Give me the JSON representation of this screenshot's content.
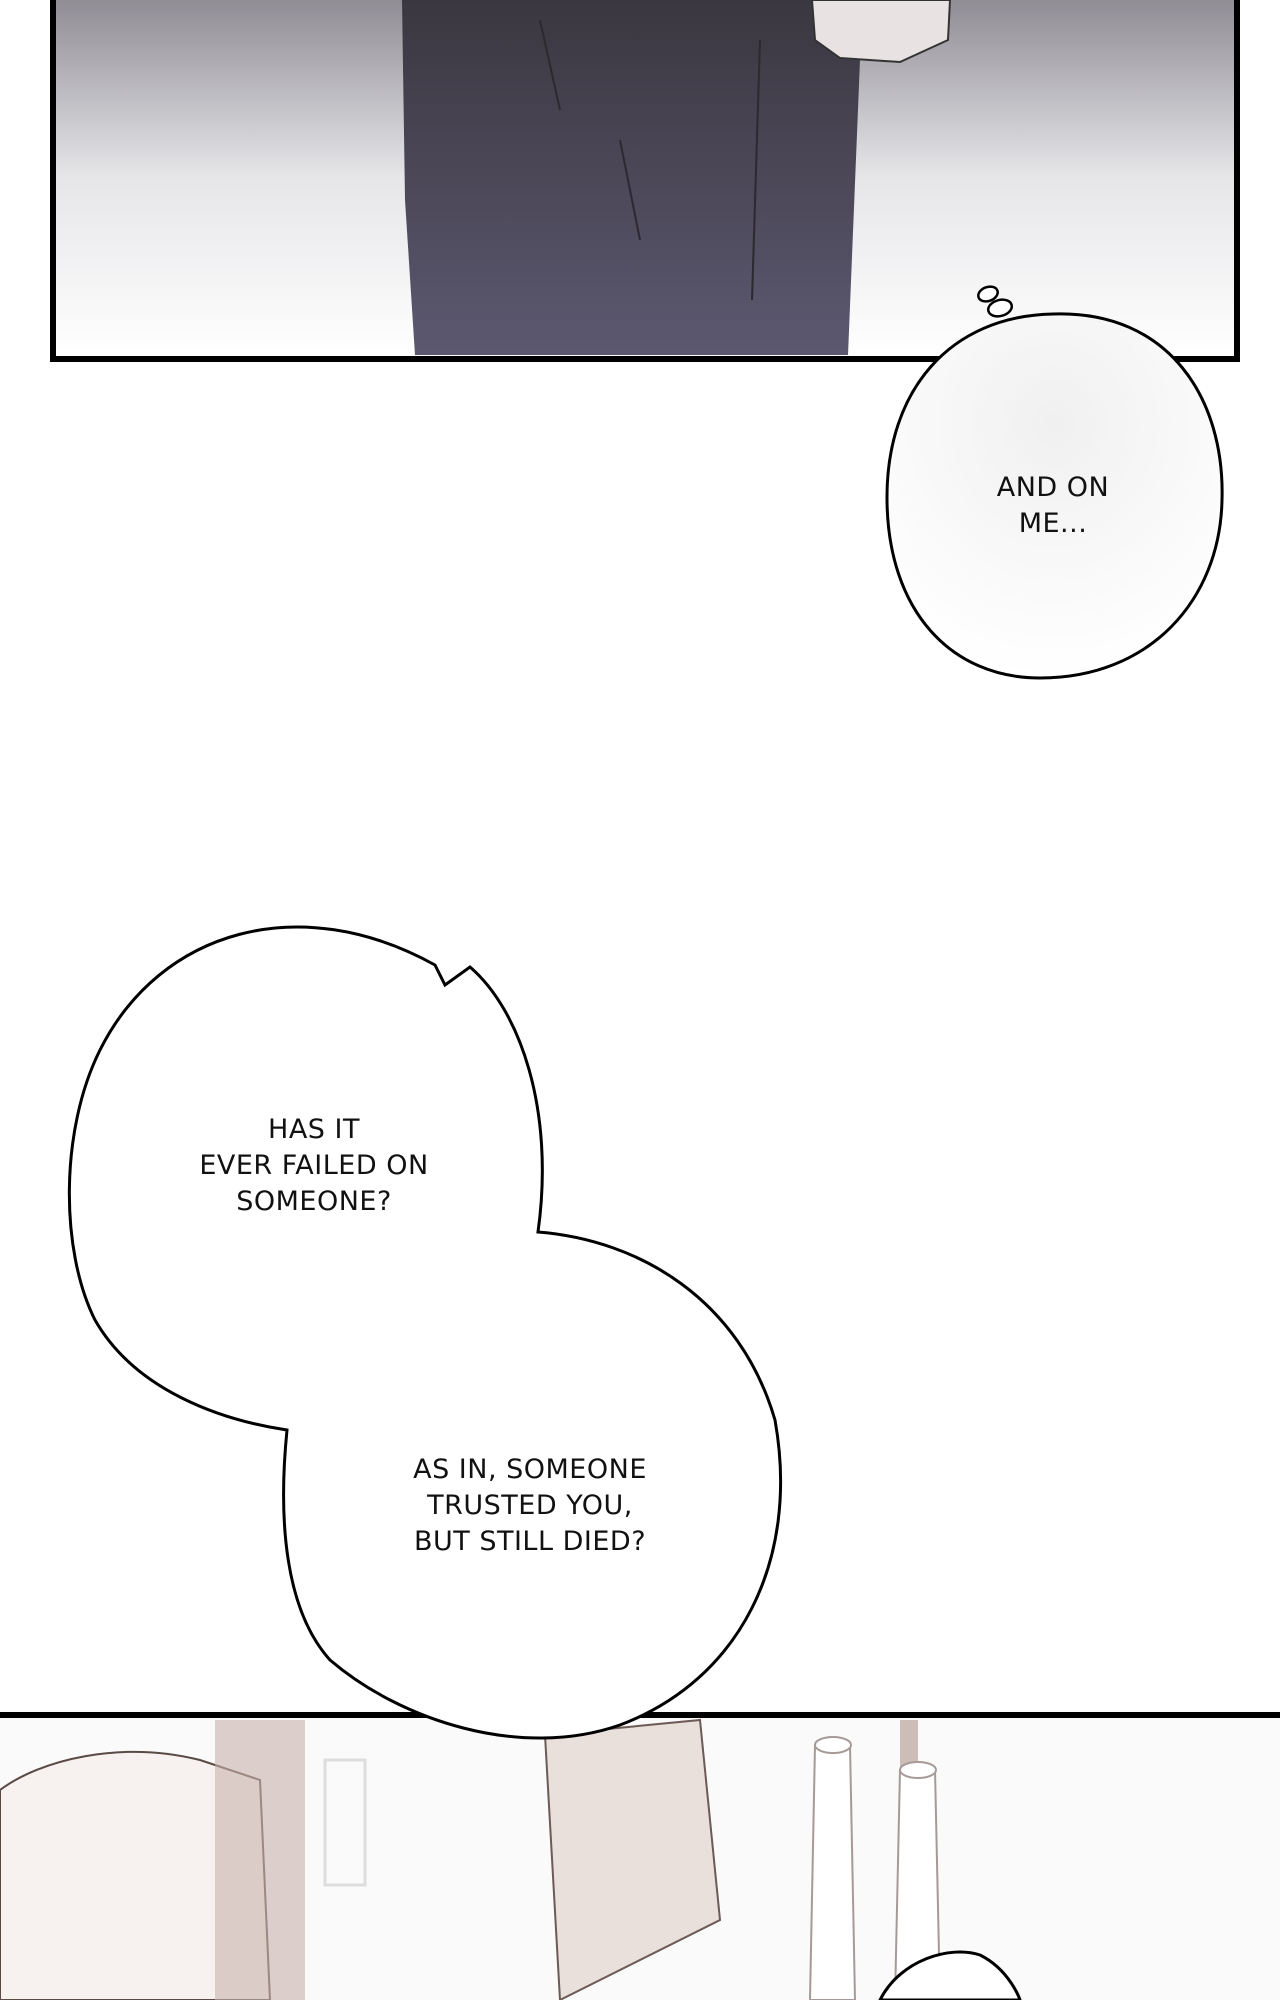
{
  "bubbles": {
    "thought": {
      "lines": [
        "AND ON",
        "ME..."
      ]
    },
    "question": {
      "lines": [
        "HAS IT",
        "EVER FAILED ON",
        "SOMEONE?"
      ]
    },
    "followup": {
      "lines": [
        "AS IN, SOMEONE",
        "TRUSTED YOU,",
        "BUT STILL DIED?"
      ]
    }
  },
  "colors": {
    "panel_border": "#000000",
    "pants": "#4a4552",
    "bg": "#ffffff",
    "wood": "#a98f86"
  }
}
